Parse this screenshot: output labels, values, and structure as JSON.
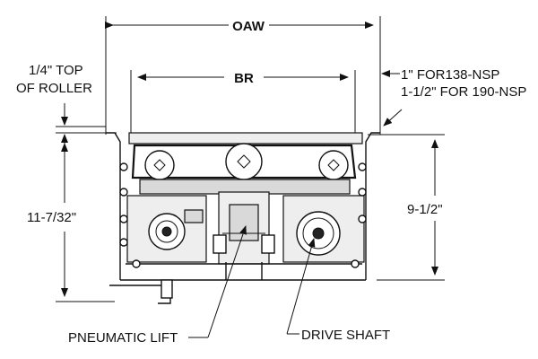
{
  "labels": {
    "oaw": "OAW",
    "br": "BR",
    "top_of_roller_line1": "1/4\" TOP",
    "top_of_roller_line2": "OF ROLLER",
    "offset_line1": "1\" FOR138-NSP",
    "offset_line2": "1-1/2\" FOR 190-NSP",
    "left_height": "11-7/32\"",
    "right_height": "9-1/2\"",
    "pneumatic_lift": "PNEUMATIC LIFT",
    "drive_shaft": "DRIVE SHAFT"
  }
}
